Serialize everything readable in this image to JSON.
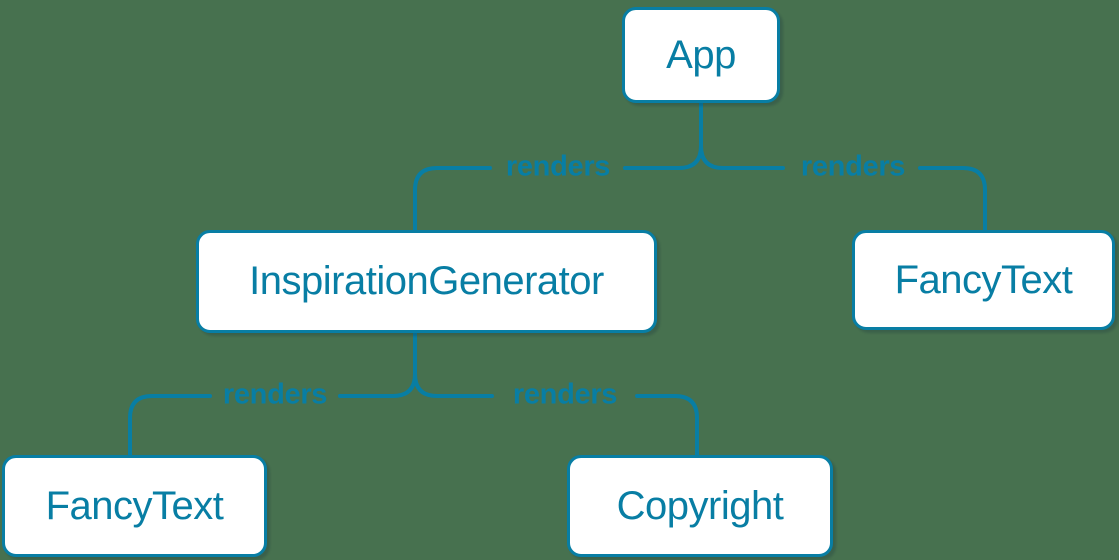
{
  "diagram": {
    "type": "render-tree",
    "background_color": "#47714F",
    "accent_color": "#087EA4",
    "node_fill_color": "#FFFFFF",
    "nodes": [
      {
        "id": "app",
        "label": "App"
      },
      {
        "id": "inspiration-generator",
        "label": "InspirationGenerator"
      },
      {
        "id": "fancy-text-top-right",
        "label": "FancyText"
      },
      {
        "id": "fancy-text-bottom-left",
        "label": "FancyText"
      },
      {
        "id": "copyright",
        "label": "Copyright"
      }
    ],
    "edges": [
      {
        "from": "App",
        "to": "InspirationGenerator",
        "label": "renders"
      },
      {
        "from": "App",
        "to": "FancyText",
        "label": "renders"
      },
      {
        "from": "InspirationGenerator",
        "to": "FancyText",
        "label": "renders"
      },
      {
        "from": "InspirationGenerator",
        "to": "Copyright",
        "label": "renders"
      }
    ]
  }
}
